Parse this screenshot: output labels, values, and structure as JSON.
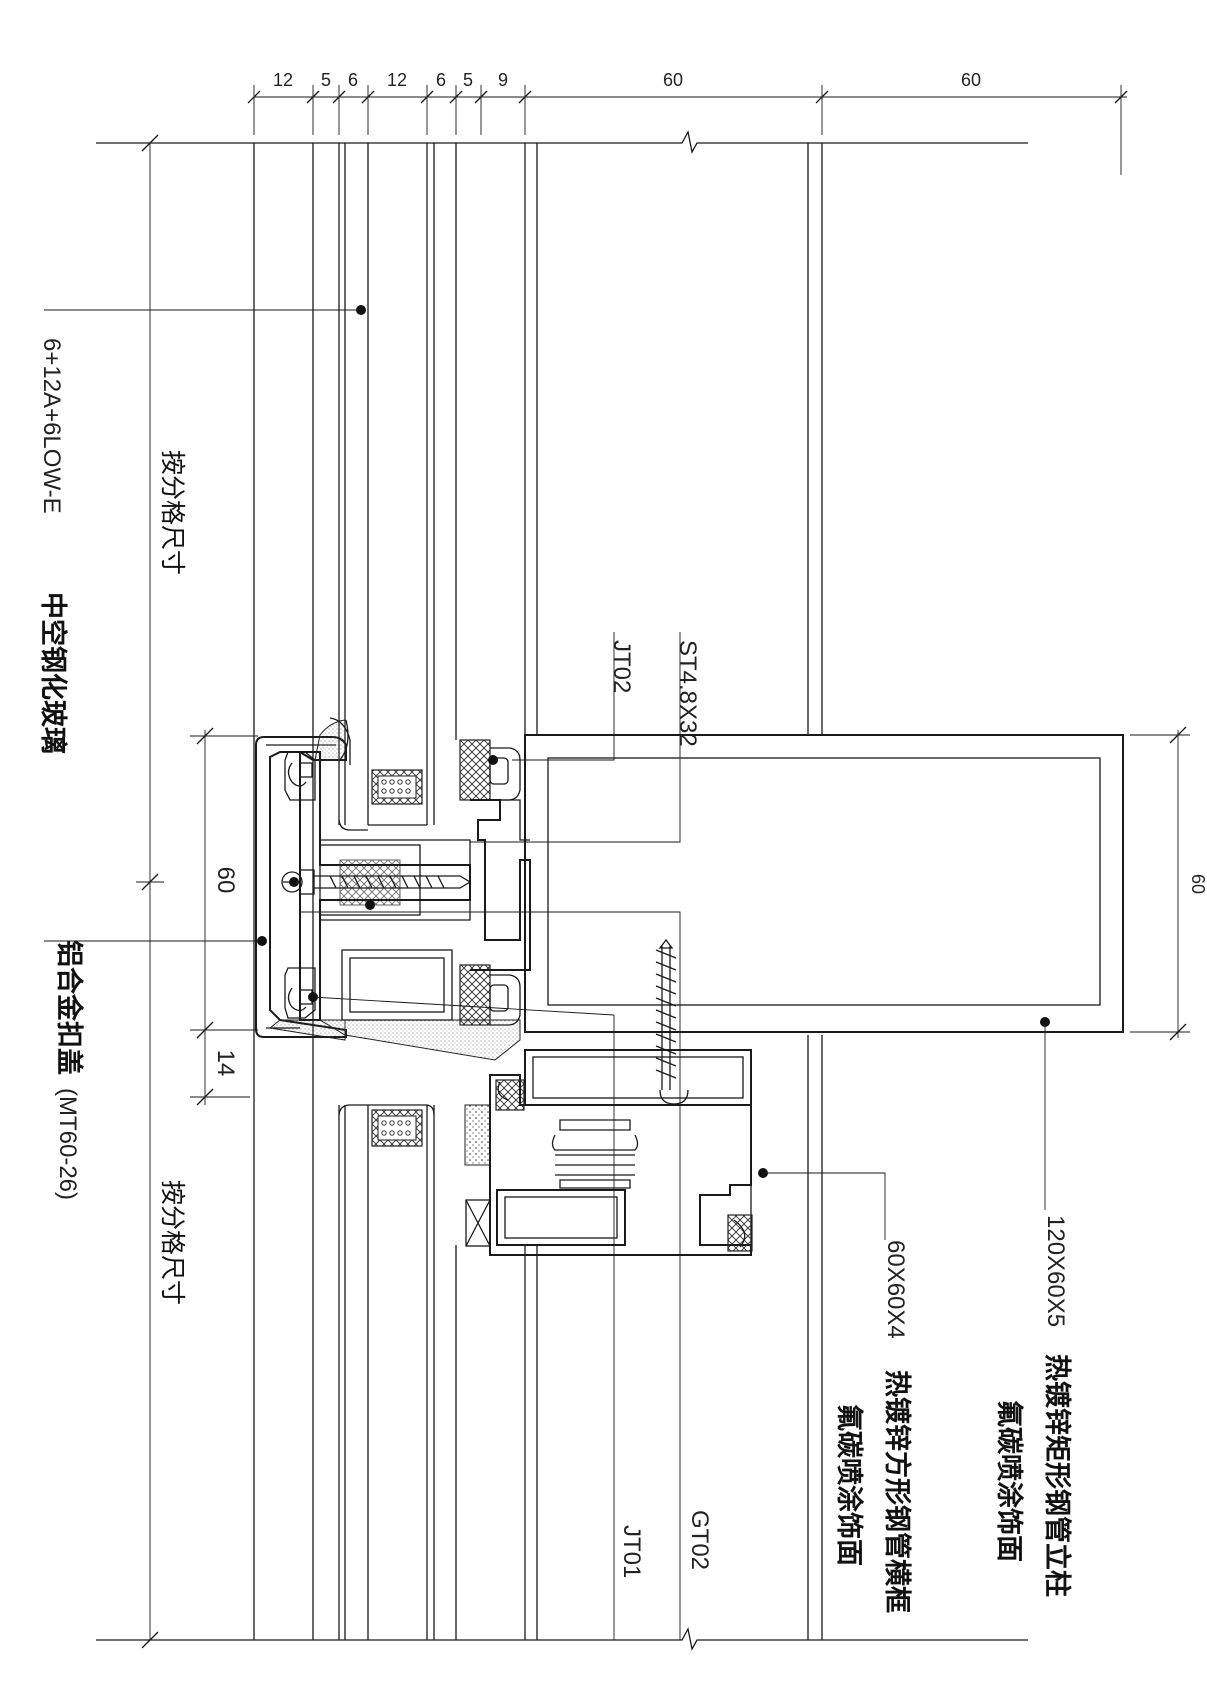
{
  "dimensions": {
    "top": [
      "12",
      "5",
      "6",
      "12",
      "6",
      "5",
      "9",
      "60",
      "60"
    ],
    "cover_width": "60",
    "gap": "14",
    "mullion_depth": "60"
  },
  "labels": {
    "glass_spec": "6+12A+6LOW-E",
    "glass_name": "中空钢化玻璃",
    "grid_upper": "按分格尺寸",
    "grid_lower": "按分格尺寸",
    "cap_name": "铝合金扣盖",
    "cap_code": "(MT60-26)",
    "screw": "ST4.8X32",
    "jt02": "JT02",
    "gt02": "GT02",
    "jt01": "JT01",
    "transom_size": "60X60X4",
    "transom_name": "热镀锌方形钢管横框",
    "transom_finish": "氟碳喷涂饰面",
    "mullion_size": "120X60X5",
    "mullion_name": "热镀锌矩形钢管立柱",
    "mullion_finish": "氟碳喷涂饰面"
  }
}
